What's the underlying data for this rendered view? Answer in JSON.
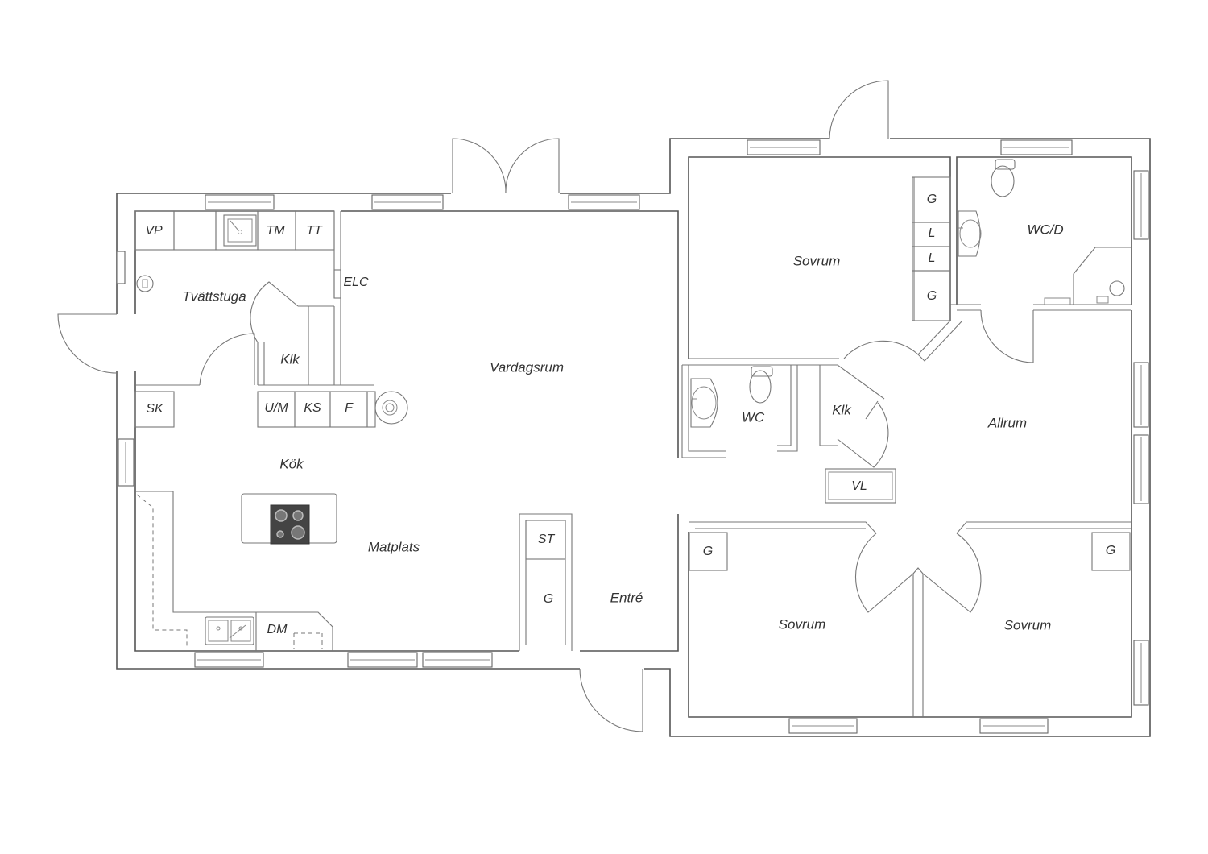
{
  "rooms": {
    "tvattstuga": "Tvättstuga",
    "vardagsrum": "Vardagsrum",
    "kok": "Kök",
    "matplats": "Matplats",
    "entre": "Entré",
    "sovrum_top": "Sovrum",
    "sovrum_bottom_left": "Sovrum",
    "sovrum_bottom_right": "Sovrum",
    "wcd": "WC/D",
    "wc": "WC",
    "allrum": "Allrum",
    "klk_left": "Klk",
    "klk_right": "Klk"
  },
  "fixtures": {
    "vp": "VP",
    "tm": "TM",
    "tt": "TT",
    "elc": "ELC",
    "sk": "SK",
    "um": "U/M",
    "ks": "KS",
    "f": "F",
    "st": "ST",
    "g_hall": "G",
    "dm": "DM",
    "g_wardrobe_top": "G",
    "l_1": "L",
    "l_2": "L",
    "g_wardrobe_bottom": "G",
    "vl": "VL",
    "g_bedroom_left": "G",
    "g_bedroom_right": "G"
  },
  "colors": {
    "wall": "#555555",
    "hob": "#444444"
  }
}
